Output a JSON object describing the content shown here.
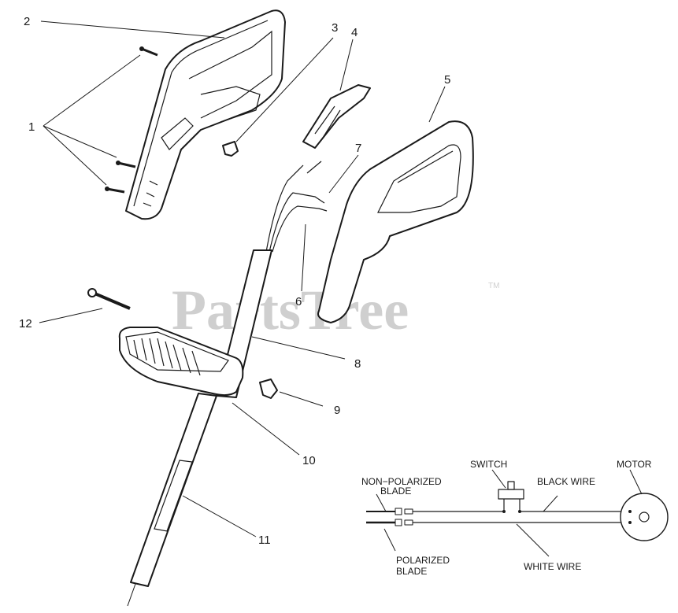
{
  "watermark": {
    "text": "PartsTree",
    "trademark": "TM"
  },
  "callouts": {
    "c1": "1",
    "c2": "2",
    "c3": "3",
    "c4": "4",
    "c5": "5",
    "c6": "6",
    "c7": "7",
    "c8": "8",
    "c9": "9",
    "c10": "10",
    "c11": "11",
    "c12": "12"
  },
  "wiring": {
    "switch": "SWITCH",
    "motor": "MOTOR",
    "black_wire": "BLACK WIRE",
    "white_wire": "WHITE WIRE",
    "non_polarized_line1": "NON−POLARIZED",
    "non_polarized_line2": "BLADE",
    "polarized_line1": "POLARIZED",
    "polarized_line2": "BLADE"
  }
}
